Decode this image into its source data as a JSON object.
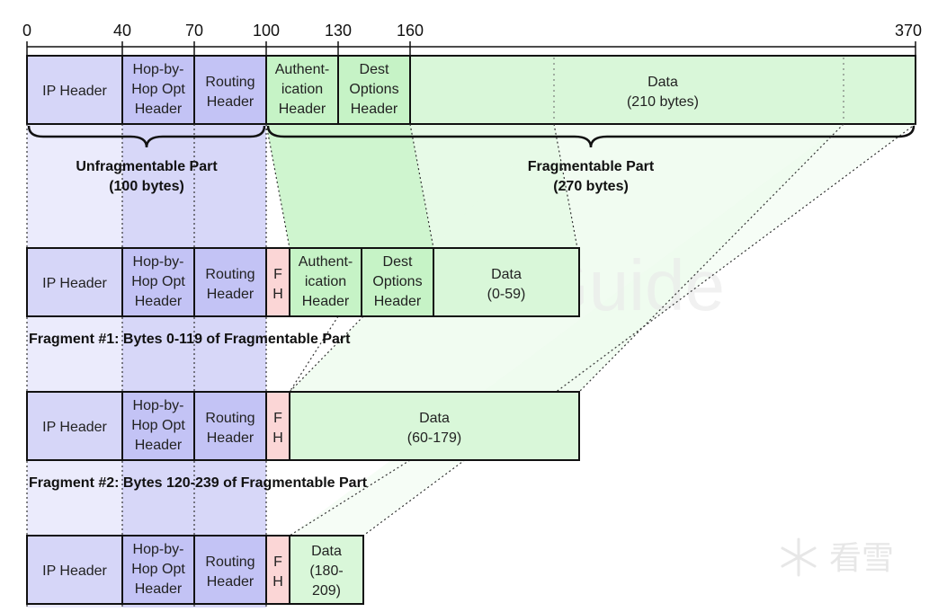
{
  "ticks": [
    "0",
    "40",
    "70",
    "100",
    "130",
    "160",
    "370"
  ],
  "original": {
    "ip_header": "IP Header",
    "hop_opt": [
      "Hop-by-",
      "Hop Opt",
      "Header"
    ],
    "routing": [
      "Routing",
      "Header"
    ],
    "auth": [
      "Authent-",
      "ication",
      "Header"
    ],
    "dest": [
      "Dest",
      "Options",
      "Header"
    ],
    "data": [
      "Data",
      "(210 bytes)"
    ]
  },
  "unfragmentable": {
    "title": "Unfragmentable Part",
    "size": "(100 bytes)"
  },
  "fragmentable": {
    "title": "Fragmentable Part",
    "size": "(270 bytes)"
  },
  "fragment1": {
    "ip_header": "IP Header",
    "hop_opt": [
      "Hop-by-",
      "Hop Opt",
      "Header"
    ],
    "routing": [
      "Routing",
      "Header"
    ],
    "fh": [
      "F",
      "H"
    ],
    "auth": [
      "Authent-",
      "ication",
      "Header"
    ],
    "dest": [
      "Dest",
      "Options",
      "Header"
    ],
    "data": [
      "Data",
      "(0-59)"
    ],
    "caption": "Fragment #1: Bytes 0-119 of Fragmentable Part"
  },
  "fragment2": {
    "ip_header": "IP Header",
    "hop_opt": [
      "Hop-by-",
      "Hop Opt",
      "Header"
    ],
    "routing": [
      "Routing",
      "Header"
    ],
    "fh": [
      "F",
      "H"
    ],
    "data": [
      "Data",
      "(60-179)"
    ],
    "caption": "Fragment #2: Bytes 120-239 of Fragmentable Part"
  },
  "fragment3": {
    "ip_header": "IP Header",
    "hop_opt": [
      "Hop-by-",
      "Hop Opt",
      "Header"
    ],
    "routing": [
      "Routing",
      "Header"
    ],
    "fh": [
      "F",
      "H"
    ],
    "data": [
      "Data",
      "(180-",
      "209)"
    ]
  },
  "watermark": "TCP/IP Guide",
  "logo_text": "看雪",
  "colors": {
    "ip": "#d6d6f8",
    "ext": "#c3c3f5",
    "frag": "#d9f7d9",
    "fh": "#fbd6d6",
    "band_unfrag": "#c9c9f5",
    "band_frag": "#b8efb8"
  }
}
